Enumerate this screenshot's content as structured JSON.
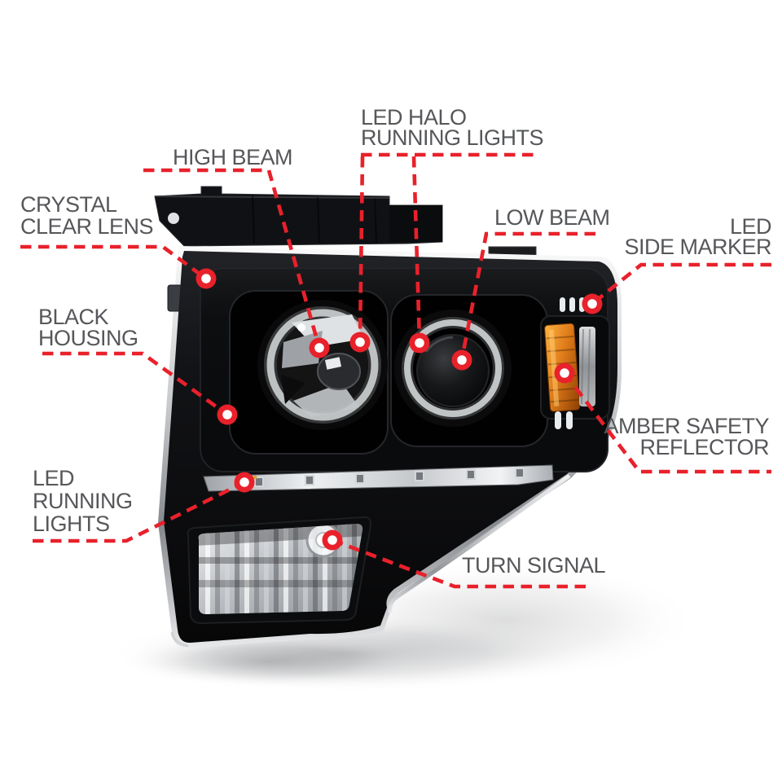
{
  "diagram": {
    "subject": "Projector headlight feature callout diagram",
    "background_color": "#ffffff",
    "accent_red": "#e8212b",
    "label_color": "#56575a",
    "amber_color": "#e07c1a",
    "chrome_color": "#c7c9cc",
    "housing_color": "#0c0d0f",
    "callouts": [
      {
        "id": "crystal-clear-lens",
        "label": "CRYSTAL\nCLEAR LENS"
      },
      {
        "id": "high-beam",
        "label": "HIGH BEAM"
      },
      {
        "id": "led-halo-running-lights",
        "label": "LED HALO\nRUNNING LIGHTS"
      },
      {
        "id": "low-beam",
        "label": "LOW BEAM"
      },
      {
        "id": "led-side-marker",
        "label": "LED\nSIDE MARKER"
      },
      {
        "id": "black-housing",
        "label": "BLACK\nHOUSING"
      },
      {
        "id": "amber-safety-reflector",
        "label": "AMBER SAFETY\nREFLECTOR"
      },
      {
        "id": "led-running-lights",
        "label": "LED\nRUNNING\nLIGHTS"
      },
      {
        "id": "turn-signal",
        "label": "TURN SIGNAL"
      }
    ]
  }
}
